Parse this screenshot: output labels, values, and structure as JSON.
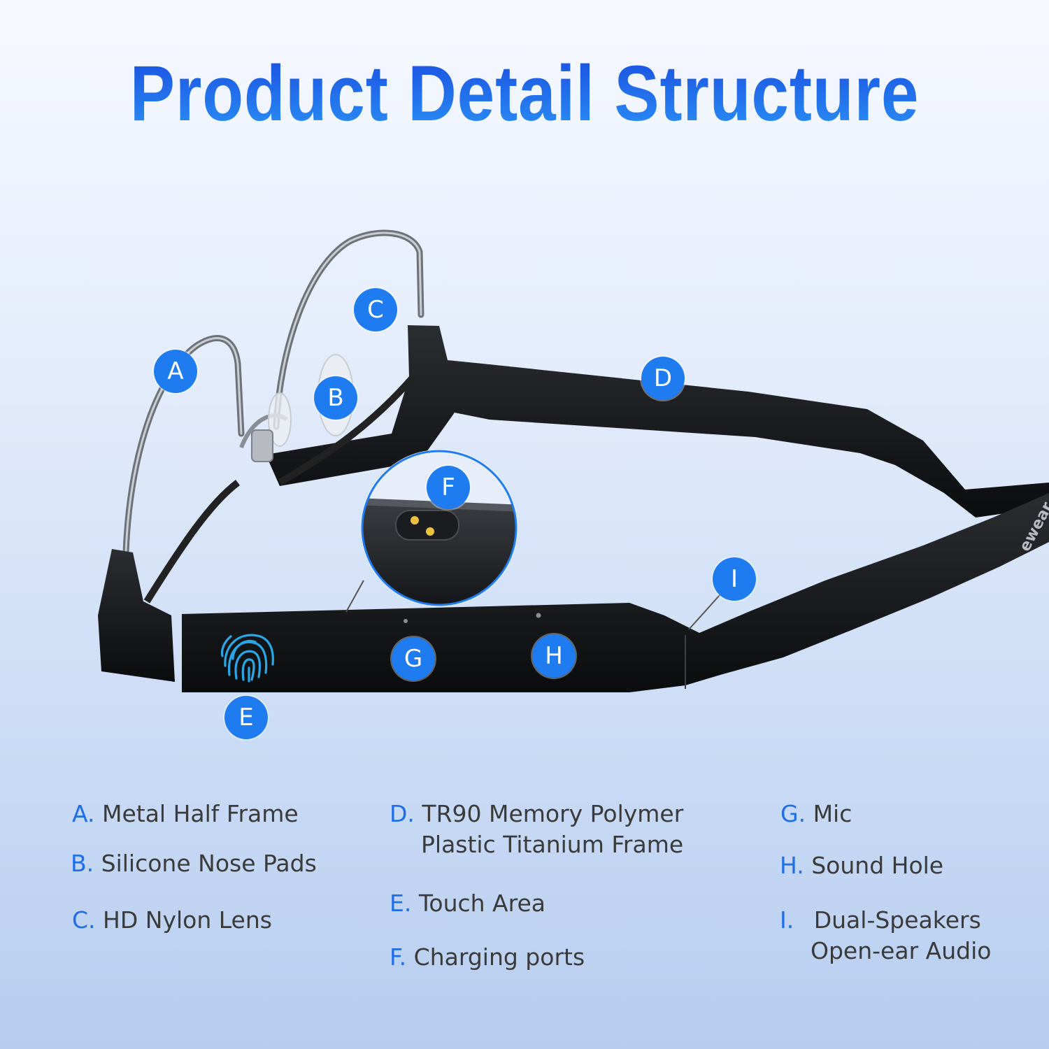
{
  "title": "Product Detail Structure",
  "colors": {
    "accent": "#1e7bf0",
    "title": "#1f66f0",
    "text": "#3a3a3a"
  },
  "callouts": {
    "a": "A",
    "b": "B",
    "c": "C",
    "d": "D",
    "e": "E",
    "f": "F",
    "g": "G",
    "h": "H",
    "i": "I"
  },
  "legend": {
    "a": {
      "key": "A.",
      "line1": "Metal Half Frame"
    },
    "b": {
      "key": "B.",
      "line1": "Silicone Nose Pads"
    },
    "c": {
      "key": "C.",
      "line1": "HD Nylon Lens"
    },
    "d": {
      "key": "D.",
      "line1": "TR90 Memory Polymer",
      "line2": "Plastic Titanium Frame"
    },
    "e": {
      "key": "E.",
      "line1": "Touch Area"
    },
    "f": {
      "key": "F.",
      "line1": "Charging ports"
    },
    "g": {
      "key": "G.",
      "line1": "Mic"
    },
    "h": {
      "key": "H.",
      "line1": "Sound Hole"
    },
    "i": {
      "key": "I.",
      "line1": "Dual-Speakers",
      "line2": "Open-ear Audio"
    }
  },
  "icons": [
    "fingerprint-icon"
  ]
}
